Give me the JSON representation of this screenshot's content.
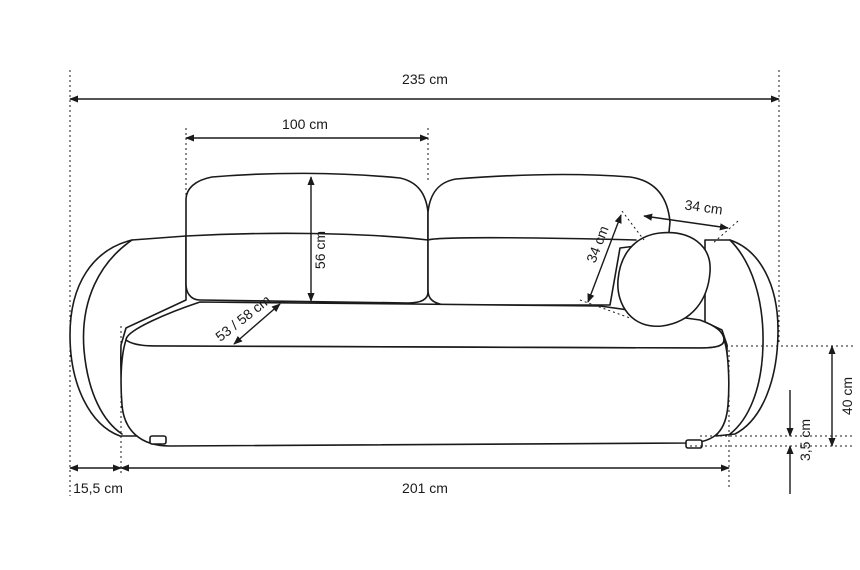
{
  "dimensions": {
    "total_width": "235 cm",
    "back_cushion_width": "100 cm",
    "back_cushion_height": "56 cm",
    "seat_depth": "53 / 58 cm",
    "pillow_width": "34 cm",
    "pillow_height": "34 cm",
    "armrest_width": "15,5 cm",
    "seat_width": "201 cm",
    "seat_height": "40 cm",
    "leg_height": "3,5 cm"
  },
  "colors": {
    "line": "#1a1a1a",
    "background": "#ffffff"
  }
}
